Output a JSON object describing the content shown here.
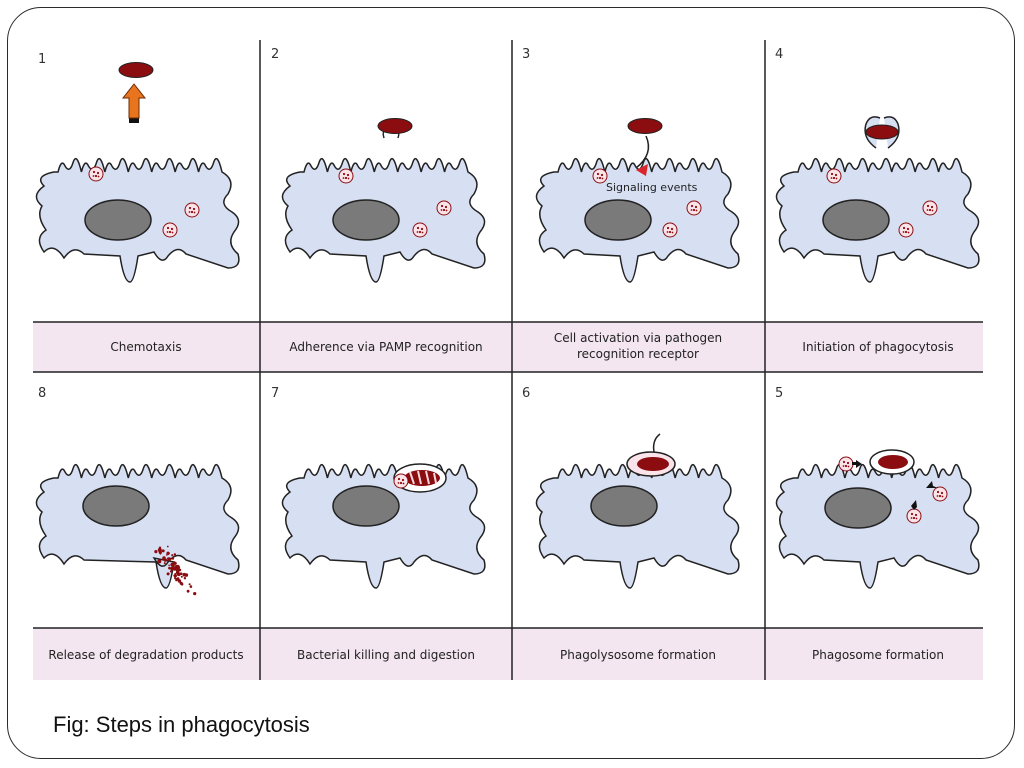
{
  "figure_caption": "Fig: Steps in phagocytosis",
  "colors": {
    "cell": "#d7dff2",
    "cell_outline": "#222222",
    "nucleus": "#7a7a7a",
    "bacterium": "#8b0d10",
    "caption_band": "#f3e6f0",
    "arrow": "#e8741e",
    "signal_arrow": "#d8262b"
  },
  "panels": [
    {
      "number": "1",
      "caption": [
        "Chemotaxis"
      ]
    },
    {
      "number": "2",
      "caption": [
        "Adherence via PAMP recognition"
      ]
    },
    {
      "number": "3",
      "caption": [
        "Cell activation via pathogen",
        "recognition receptor"
      ],
      "inner_label": "Signaling events"
    },
    {
      "number": "4",
      "caption": [
        "Initiation of phagocytosis"
      ]
    },
    {
      "number": "8",
      "caption": [
        "Release of degradation products"
      ]
    },
    {
      "number": "7",
      "caption": [
        "Bacterial killing and digestion"
      ]
    },
    {
      "number": "6",
      "caption": [
        "Phagolysosome formation"
      ]
    },
    {
      "number": "5",
      "caption": [
        "Phagosome formation"
      ]
    }
  ]
}
